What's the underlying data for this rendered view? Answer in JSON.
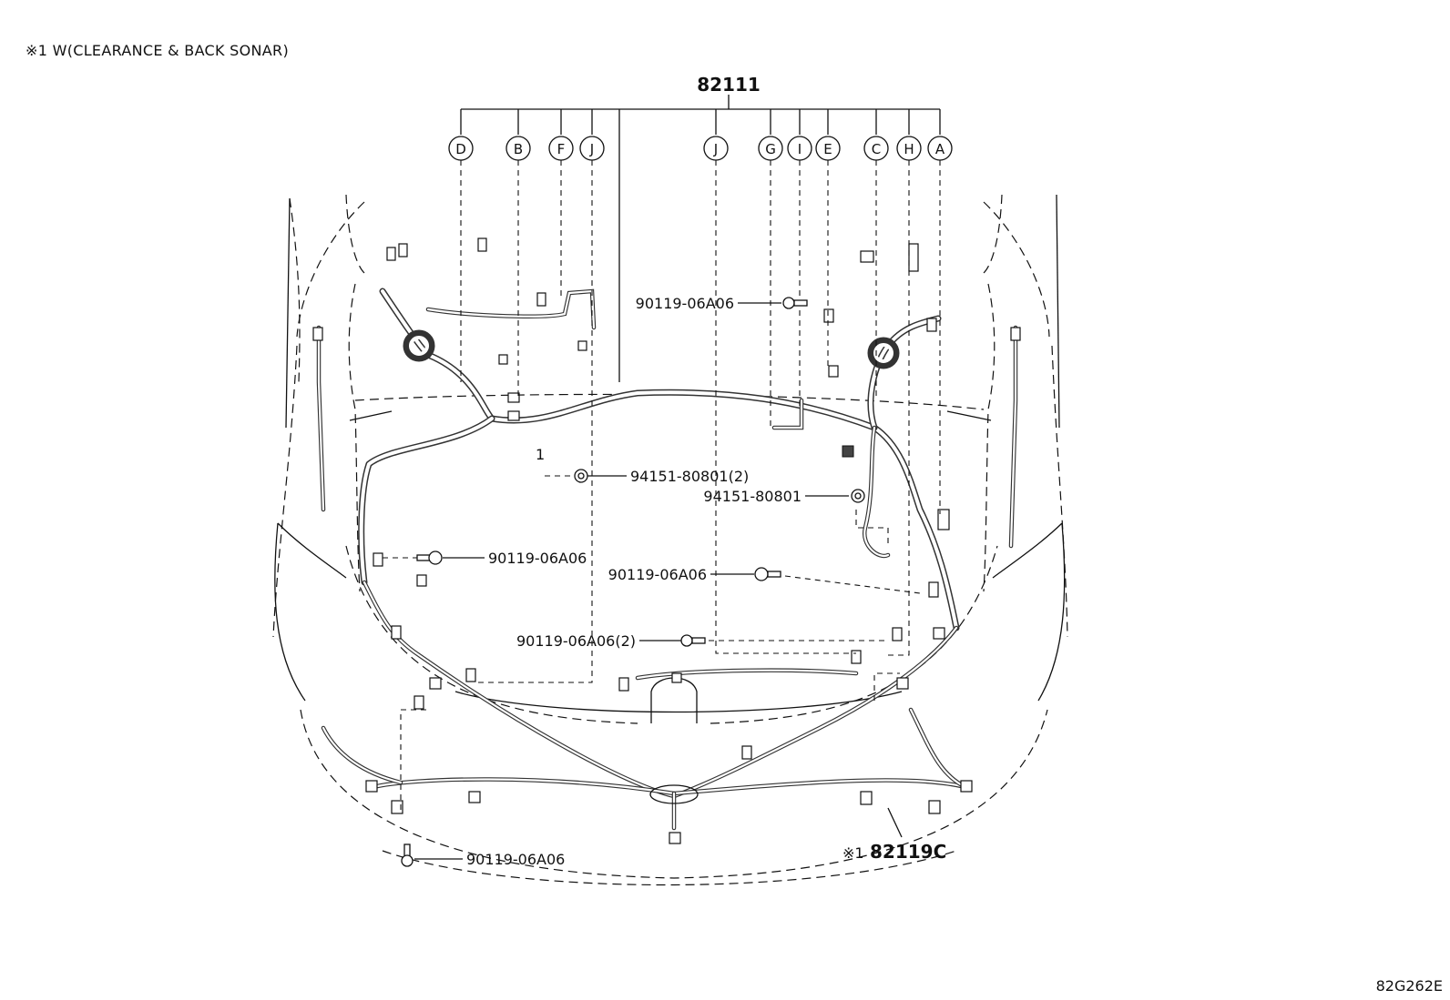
{
  "note": {
    "prefix": "※1",
    "text": "W(CLEARANCE & BACK SONAR)"
  },
  "diagram_code": "82G262E",
  "main_part": {
    "number": "82111"
  },
  "callout_letters": [
    "D",
    "B",
    "F",
    "J",
    "J",
    "G",
    "I",
    "E",
    "C",
    "H",
    "A"
  ],
  "sub_part": {
    "prefix": "※1",
    "number": "82119C"
  },
  "part_labels": [
    {
      "id": "bolt-top-right",
      "text": "90119-06A06"
    },
    {
      "id": "clip-center-left",
      "text": "94151-80801(2)"
    },
    {
      "id": "clip-center-right",
      "text": "94151-80801"
    },
    {
      "id": "bolt-left-mid",
      "text": "90119-06A06"
    },
    {
      "id": "bolt-center-mid",
      "text": "90119-06A06"
    },
    {
      "id": "bolt-center-low",
      "text": "90119-06A06(2)"
    },
    {
      "id": "bolt-bottom-left",
      "text": "90119-06A06"
    }
  ],
  "small_marks": {
    "ref_one": "1"
  }
}
